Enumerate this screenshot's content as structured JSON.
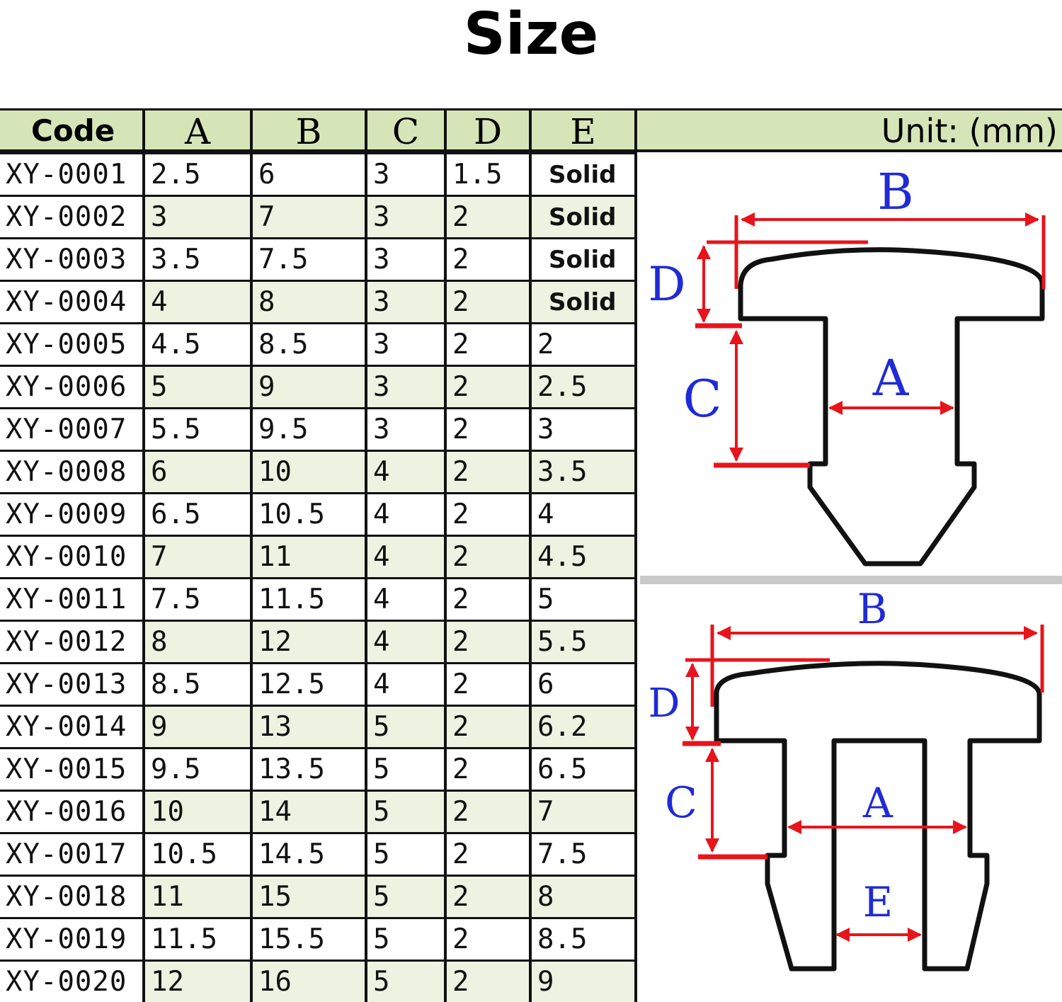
{
  "title": "Size",
  "unit_label": "Unit: (mm)",
  "table": {
    "headers": [
      "Code",
      "A",
      "B",
      "C",
      "D",
      "E"
    ],
    "rows": [
      [
        "XY-0001",
        "2.5",
        "6",
        "3",
        "1.5",
        "Solid"
      ],
      [
        "XY-0002",
        "3",
        "7",
        "3",
        "2",
        "Solid"
      ],
      [
        "XY-0003",
        "3.5",
        "7.5",
        "3",
        "2",
        "Solid"
      ],
      [
        "XY-0004",
        "4",
        "8",
        "3",
        "2",
        "Solid"
      ],
      [
        "XY-0005",
        "4.5",
        "8.5",
        "3",
        "2",
        "2"
      ],
      [
        "XY-0006",
        "5",
        "9",
        "3",
        "2",
        "2.5"
      ],
      [
        "XY-0007",
        "5.5",
        "9.5",
        "3",
        "2",
        "3"
      ],
      [
        "XY-0008",
        "6",
        "10",
        "4",
        "2",
        "3.5"
      ],
      [
        "XY-0009",
        "6.5",
        "10.5",
        "4",
        "2",
        "4"
      ],
      [
        "XY-0010",
        "7",
        "11",
        "4",
        "2",
        "4.5"
      ],
      [
        "XY-0011",
        "7.5",
        "11.5",
        "4",
        "2",
        "5"
      ],
      [
        "XY-0012",
        "8",
        "12",
        "4",
        "2",
        "5.5"
      ],
      [
        "XY-0013",
        "8.5",
        "12.5",
        "4",
        "2",
        "6"
      ],
      [
        "XY-0014",
        "9",
        "13",
        "5",
        "2",
        "6.2"
      ],
      [
        "XY-0015",
        "9.5",
        "13.5",
        "5",
        "2",
        "6.5"
      ],
      [
        "XY-0016",
        "10",
        "14",
        "5",
        "2",
        "7"
      ],
      [
        "XY-0017",
        "10.5",
        "14.5",
        "5",
        "2",
        "7.5"
      ],
      [
        "XY-0018",
        "11",
        "15",
        "5",
        "2",
        "8"
      ],
      [
        "XY-0019",
        "11.5",
        "15.5",
        "5",
        "2",
        "8.5"
      ],
      [
        "XY-0020",
        "12",
        "16",
        "5",
        "2",
        "9"
      ]
    ]
  },
  "diagrams": {
    "solid": {
      "B": "B",
      "D": "D",
      "C": "C",
      "A": "A"
    },
    "hollow": {
      "B": "B",
      "D": "D",
      "C": "C",
      "A": "A",
      "E": "E"
    }
  }
}
